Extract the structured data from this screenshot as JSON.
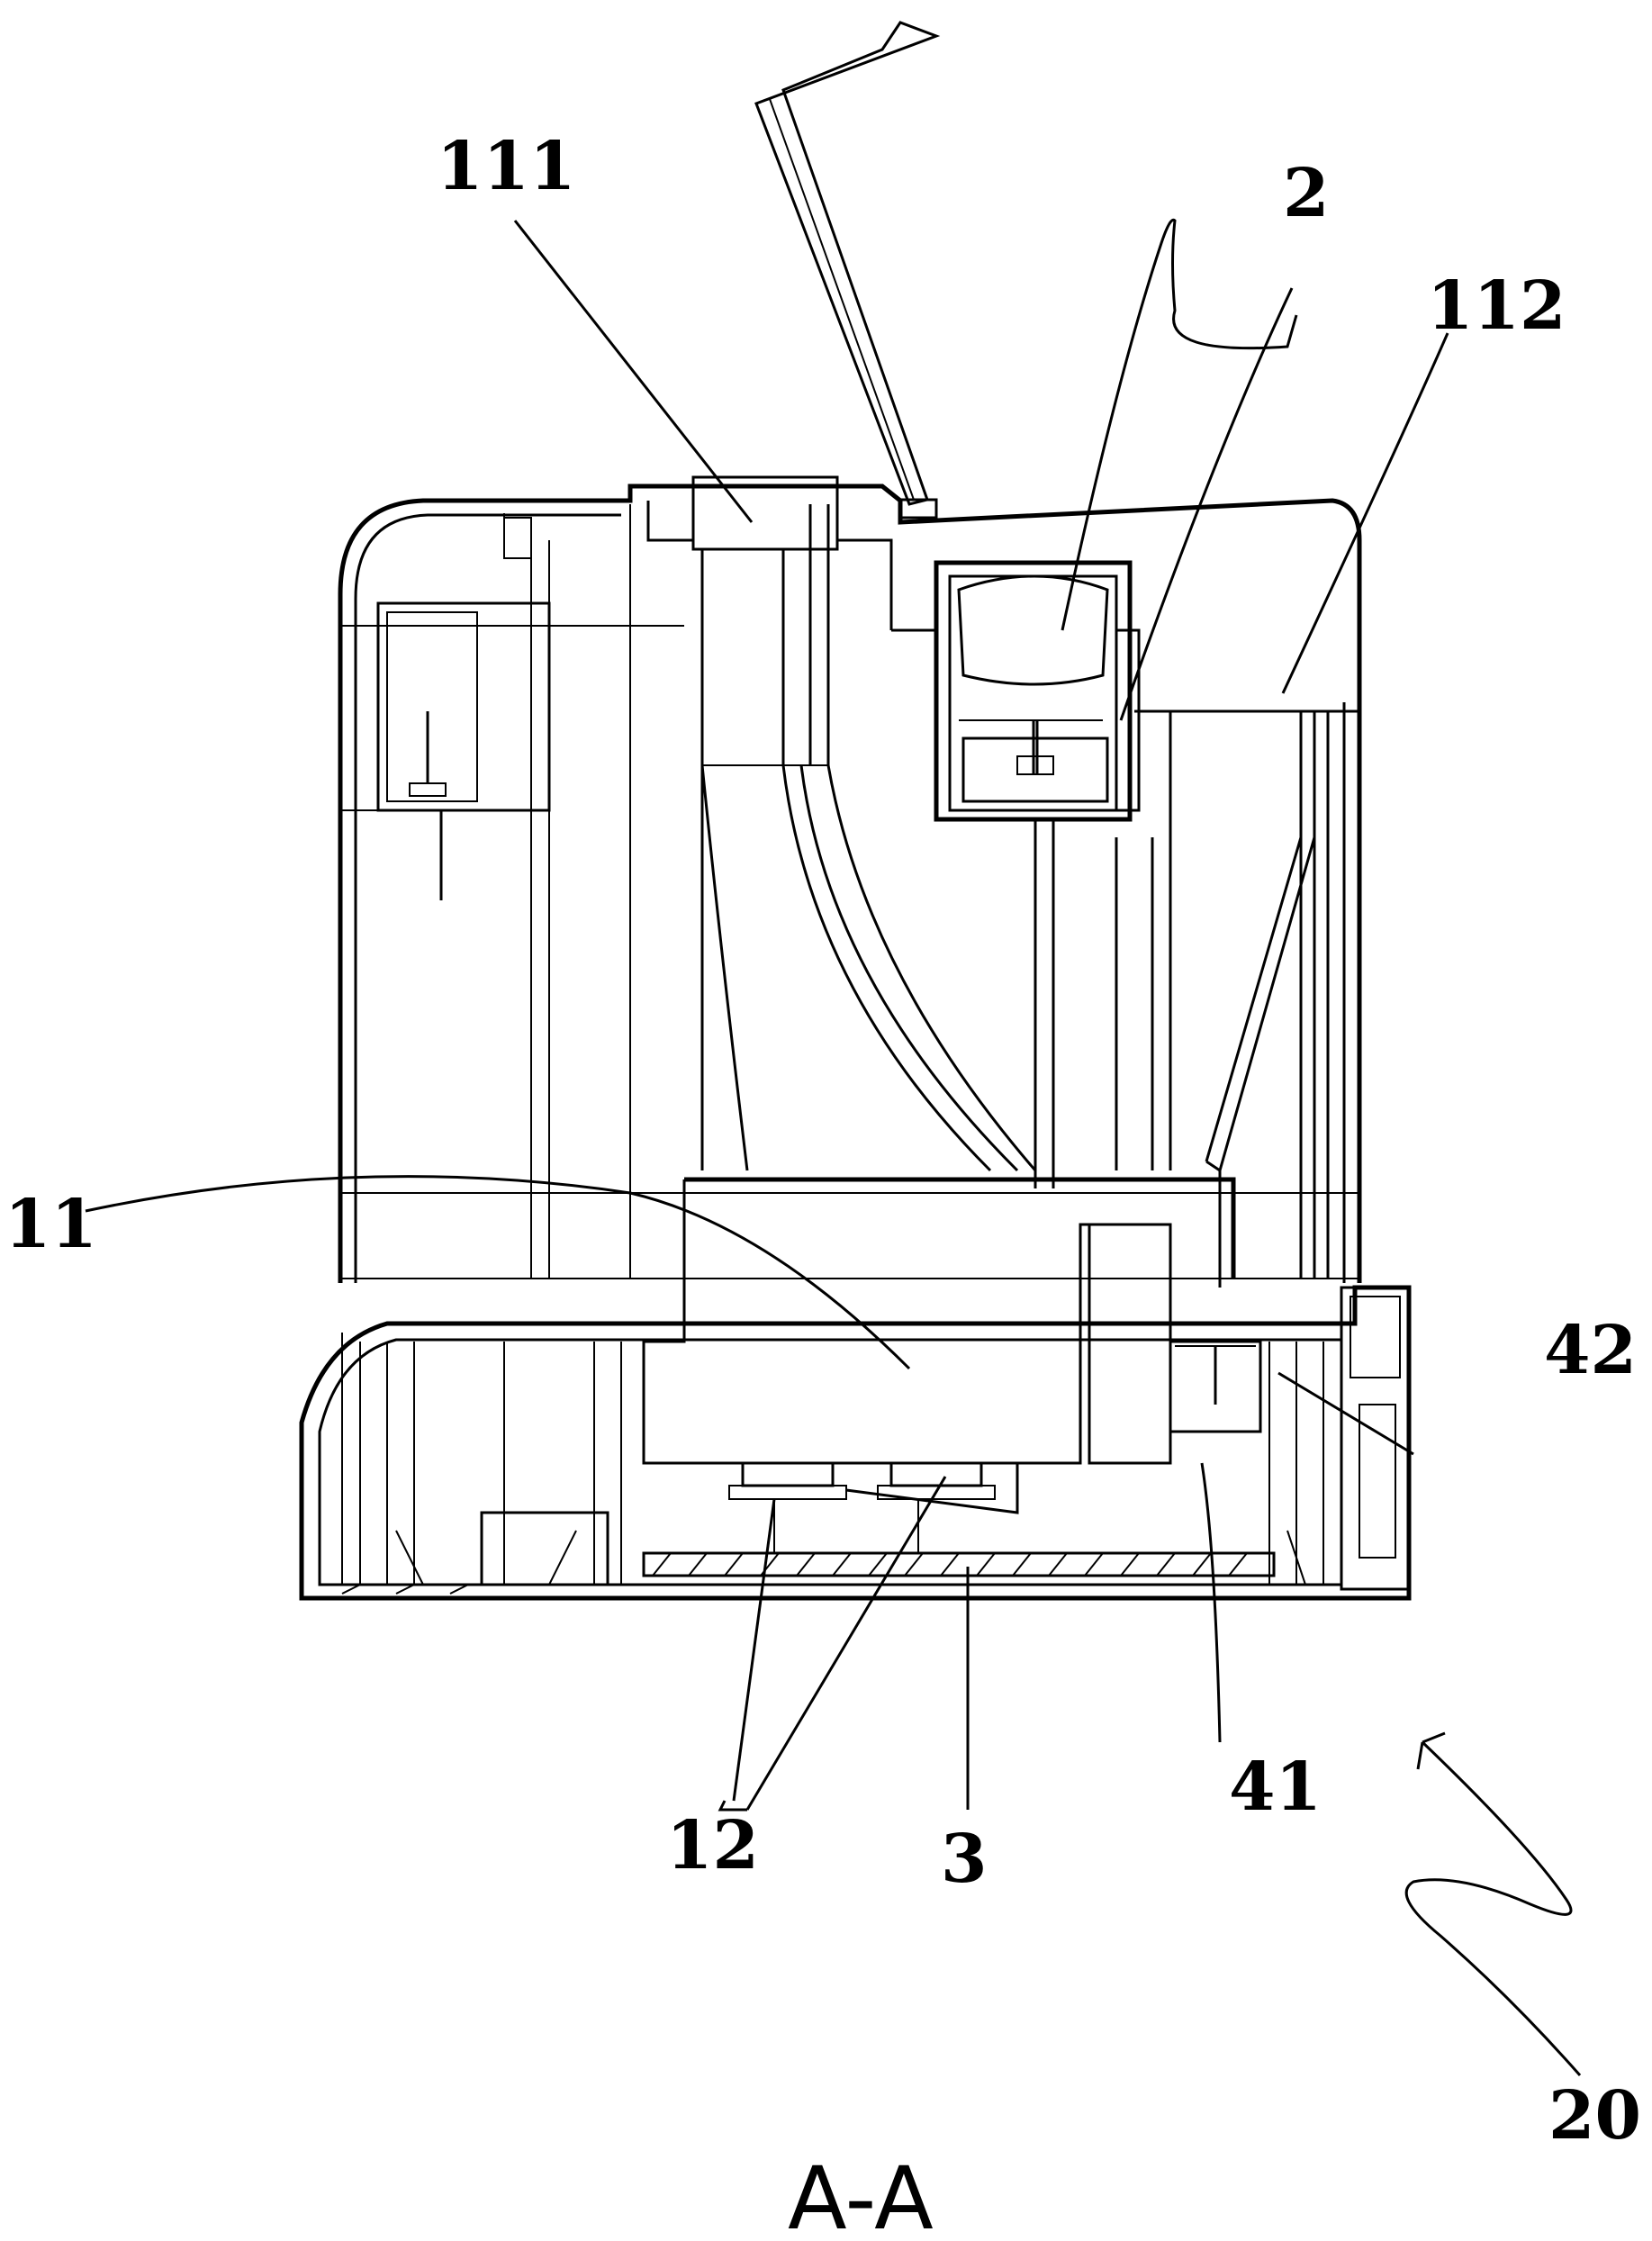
{
  "figure": {
    "section_title": "A-A",
    "labels": {
      "ref_111": "111",
      "ref_2": "2",
      "ref_112": "112",
      "ref_11": "11",
      "ref_42": "42",
      "ref_12": "12",
      "ref_3": "3",
      "ref_41": "41",
      "ref_20": "20"
    }
  }
}
